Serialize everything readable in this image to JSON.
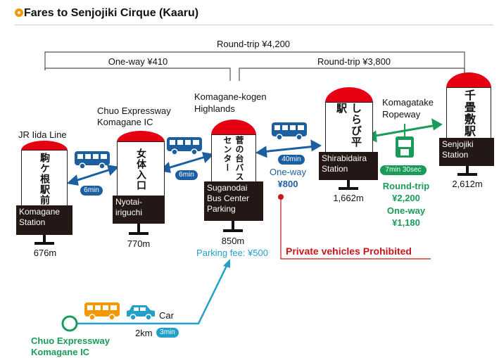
{
  "title": "Fares to Senjojiki Cirque (Kaaru)",
  "fares": {
    "roundtrip_total": "Round-trip ¥4,200",
    "oneway_bus": "One-way ¥410",
    "roundtrip_upper": "Round-trip ¥3,800"
  },
  "stations": {
    "komagane": {
      "line": "JR Iida Line",
      "kanji": "駒ケ根駅前",
      "sign": [
        "Komagane",
        "Station"
      ],
      "elevation": "676m"
    },
    "nyotai": {
      "line": [
        "Chuo Expressway",
        "Komagane IC"
      ],
      "kanji": "女体入口",
      "sign": [
        "Nyotai-",
        "iriguchi"
      ],
      "elevation": "770m"
    },
    "suganodai": {
      "area": [
        "Komagane-kogen",
        "Highlands"
      ],
      "kanji": "菅の台バスセンター",
      "sign": [
        "Suganodai",
        "Bus Center",
        "Parking"
      ],
      "elevation": "850m",
      "parking_fee": "Parking fee: ¥500"
    },
    "shirabidaira": {
      "kanji": "しらび平駅",
      "sign": [
        "Shirabidaira",
        "Station"
      ],
      "elevation": "1,662m"
    },
    "senjojiki": {
      "kanji": "千畳敷駅",
      "sign": [
        "Senjojiki",
        "Station"
      ],
      "elevation": "2,612m"
    }
  },
  "segments": {
    "bus1_time": "6min",
    "bus2_time": "6min",
    "bus3_time": "40min",
    "bus3_fare": [
      "One-way",
      "¥800"
    ],
    "ropeway_name": [
      "Komagatake",
      "Ropeway"
    ],
    "ropeway_time": "7min 30sec",
    "ropeway_roundtrip": [
      "Round-trip",
      "¥2,200"
    ],
    "ropeway_oneway": [
      "One-way",
      "¥1,180"
    ]
  },
  "notices": {
    "private_vehicles": "Private vehicles Prohibited"
  },
  "car_route": {
    "car_label": "Car",
    "distance": "2km",
    "time": "3min",
    "origin": [
      "Chuo Expressway",
      "Komagane IC"
    ]
  },
  "colors": {
    "red": "#e60012",
    "blue": "#1c5fa0",
    "teal": "#22a0c8",
    "green": "#1a9b5a",
    "orange": "#f39800",
    "sign": "#231815"
  }
}
